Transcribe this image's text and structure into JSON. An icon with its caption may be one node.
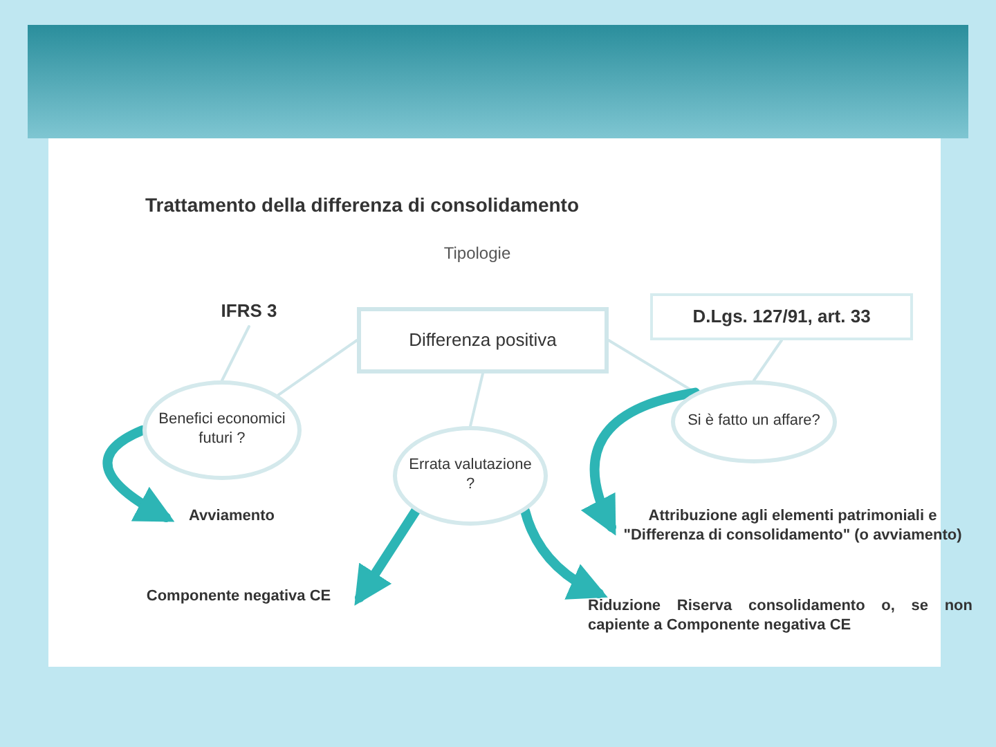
{
  "diagram": {
    "title": "Trattamento della differenza di consolidamento",
    "nodes": [
      {
        "text": [
          "IFRS 3"
        ]
      },
      {
        "text": [
          "D.Lgs. 127/91, art. 33"
        ]
      },
      {
        "text": [
          "Differenza positiva"
        ]
      },
      {
        "text": [
          "Benefici economici futuri ?"
        ]
      },
      {
        "text": [
          "Errata valutazione ?"
        ]
      },
      {
        "text": [
          "Si è fatto un affare?"
        ]
      },
      {
        "text": [
          "Avviamento"
        ]
      },
      {
        "text": [
          "Componente negativa CE"
        ]
      },
      {
        "text": [
          "Attribuzione agli elementi patrimoniali e \"Differenza di consolidamento\" (o avviamento)"
        ]
      },
      {
        "text": [
          "Riduzione Riserva consolidamento o, se non capiente a Componente negativa CE"
        ]
      }
    ],
    "edges": [
      {
        "from": 0,
        "to": 3,
        "arrow": "none"
      },
      {
        "from": 1,
        "to": 5,
        "arrow": "none"
      },
      {
        "from": 2,
        "to": 3,
        "arrow": "none"
      },
      {
        "from": 2,
        "to": 4,
        "arrow": "none"
      },
      {
        "from": 2,
        "to": 5,
        "arrow": "none"
      },
      {
        "from": 3,
        "to": 6,
        "arrow": "to",
        "style": "thick",
        "color": "#2db5b5"
      },
      {
        "from": 4,
        "to": 7,
        "arrow": "to",
        "style": "thick",
        "color": "#2db5b5"
      },
      {
        "from": 4,
        "to": 9,
        "arrow": "to",
        "style": "thick",
        "color": "#2db5b5"
      },
      {
        "from": 5,
        "to": 8,
        "arrow": "to",
        "style": "thick",
        "color": "#2db5b5"
      }
    ],
    "labels": [
      "Tipologie"
    ]
  }
}
